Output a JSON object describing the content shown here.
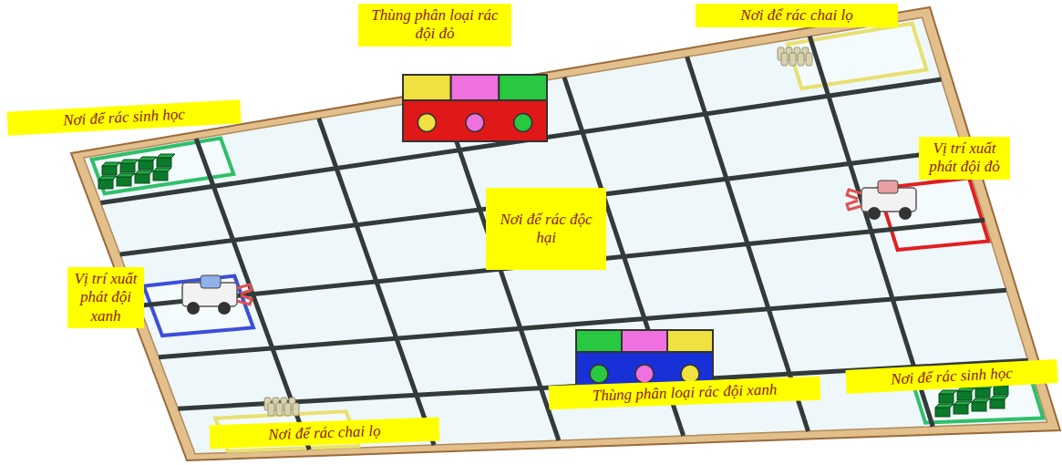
{
  "diagram": {
    "nodes": [
      {
        "text": [
          "Thùng phân loại rác đội đỏ"
        ]
      },
      {
        "text": [
          "Nơi để rác chai lọ"
        ]
      },
      {
        "text": [
          "Nơi để rác sinh học"
        ]
      },
      {
        "text": [
          "Vị trí xuất phát đội đỏ"
        ]
      },
      {
        "text": [
          "Nơi để rác độc hại"
        ]
      },
      {
        "text": [
          "Vị trí xuất phát đội xanh"
        ]
      },
      {
        "text": [
          "Thùng phân loại rác đội xanh"
        ]
      },
      {
        "text": [
          "Nơi để rác sinh học"
        ]
      },
      {
        "text": [
          "Nơi để rác chai lọ"
        ]
      }
    ]
  }
}
